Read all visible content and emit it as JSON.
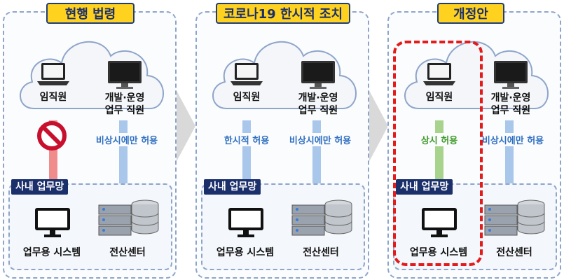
{
  "panels": [
    {
      "title": "현행 법령",
      "employee": "임직원",
      "dev_ops": [
        "개발·운영",
        "업무 직원"
      ],
      "employee_access": "",
      "devops_access": "비상시에만 허용",
      "network": "사내 업무망",
      "system": "업무용 시스템",
      "datacenter": "전산센터"
    },
    {
      "title": "코로나19 한시적 조치",
      "employee": "임직원",
      "dev_ops": [
        "개발·운영",
        "업무 직원"
      ],
      "employee_access": "한시적 허용",
      "devops_access": "비상시에만 허용",
      "network": "사내 업무망",
      "system": "업무용 시스템",
      "datacenter": "전산센터"
    },
    {
      "title": "개정안",
      "employee": "임직원",
      "dev_ops": [
        "개발·운영",
        "업무 직원"
      ],
      "employee_access": "상시 허용",
      "devops_access": "비상시에만 허용",
      "network": "사내 업무망",
      "system": "업무용 시스템",
      "datacenter": "전산센터"
    }
  ],
  "colors": {
    "title_bg": "#ffd21f",
    "title_text": "#1b2f6b",
    "blocked_arrow": "#f08c8c",
    "allowed_arrow_temp": "#a9c7ea",
    "allowed_arrow_perm": "#a8d38c",
    "access_text_blue": "#2f6fc1",
    "access_text_green": "#3f9a2a",
    "highlight_border": "#e21b1b"
  },
  "icons": [
    "cloud-icon",
    "laptop-icon",
    "desktop-monitor-icon",
    "prohibited-icon",
    "computer-icon",
    "server-rack-icon",
    "database-icon"
  ]
}
